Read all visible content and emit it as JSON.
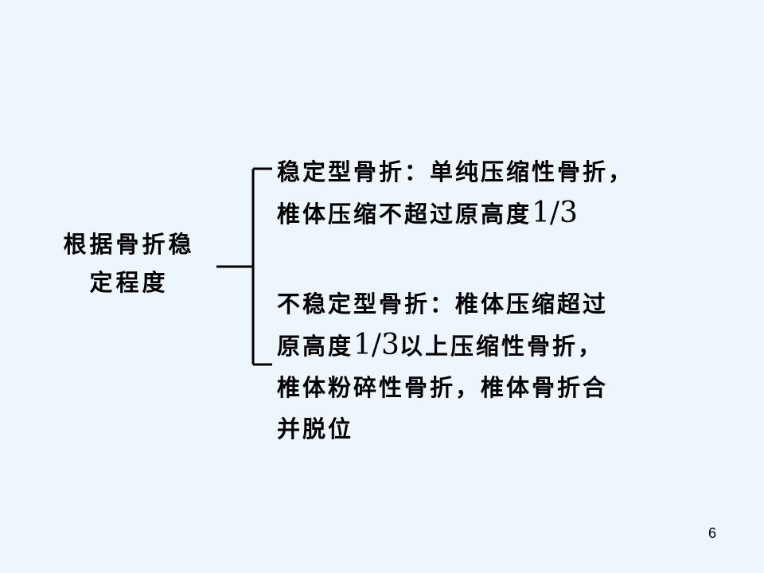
{
  "left_label": {
    "line1": "根据骨折稳",
    "line2": "定程度"
  },
  "branches": [
    {
      "lines": [
        {
          "text": "稳定型骨折：单纯压缩性骨折，",
          "frac": ""
        },
        {
          "text": "椎体压缩不超过原高度",
          "frac": "1/3"
        }
      ]
    },
    {
      "lines": [
        {
          "text": "不稳定型骨折：椎体压缩超过",
          "frac": "",
          "after": ""
        },
        {
          "text": "原高度",
          "frac": "1/3",
          "after": "以上压缩性骨折，"
        },
        {
          "text": "椎体粉碎性骨折，椎体骨折合",
          "frac": "",
          "after": ""
        },
        {
          "text": "并脱位",
          "frac": "",
          "after": ""
        }
      ]
    }
  ],
  "page_number": "6"
}
